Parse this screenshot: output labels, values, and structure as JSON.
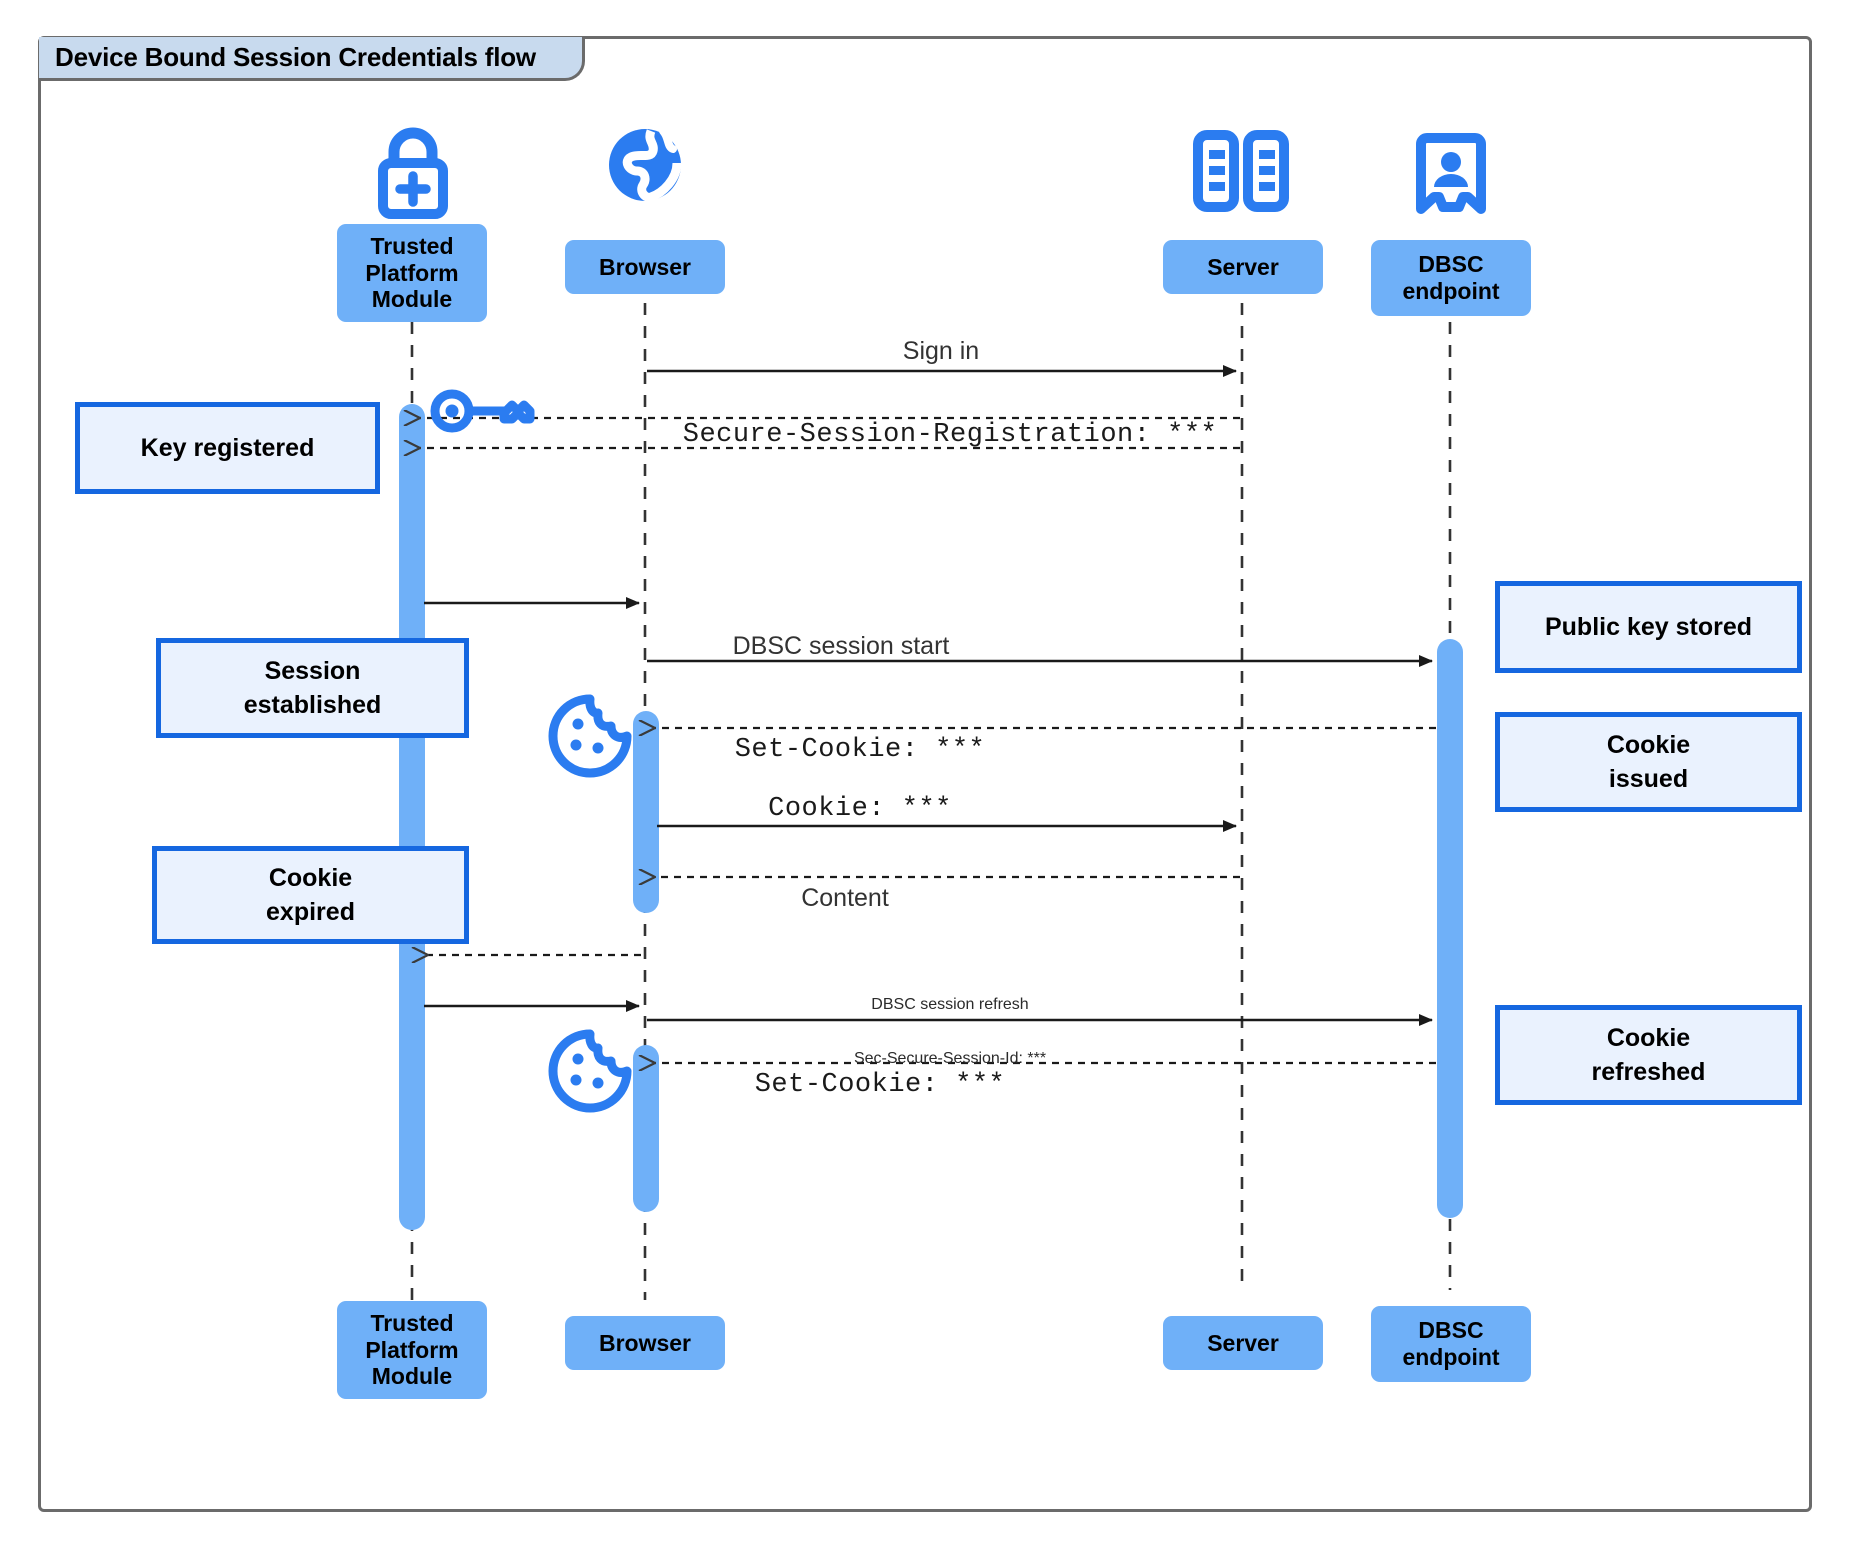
{
  "diagram": {
    "title": "Device Bound Session Credentials flow",
    "type": "uml-sequence-diagram",
    "colors": {
      "frame_border": "#6b6b6b",
      "title_tab_fill": "#c8daee",
      "participant_fill": "#6fb0f8",
      "activation_fill": "#6fb0f8",
      "note_fill": "#eaf2fe",
      "note_border": "#1567e0",
      "icon_blue": "#2b7cf0",
      "lifeline": "#333333",
      "message_line": "#1a1a1a"
    }
  },
  "participants": [
    {
      "id": "tpm",
      "top_label": "Trusted\nPlatform\nModule",
      "bottom_label": "Trusted\nPlatform\nModule",
      "icon": "padlock-plus-icon"
    },
    {
      "id": "browser",
      "top_label": "Browser",
      "bottom_label": "Browser",
      "icon": "globe-icon"
    },
    {
      "id": "server",
      "top_label": "Server",
      "bottom_label": "Server",
      "icon": "server-rack-icon"
    },
    {
      "id": "dbsc",
      "top_label": "DBSC\nendpoint",
      "bottom_label": "DBSC\nendpoint",
      "icon": "id-badge-icon"
    }
  ],
  "messages": [
    {
      "index": 1,
      "label": "Sign in",
      "style": "sans",
      "from": "browser",
      "to": "server",
      "line": "solid"
    },
    {
      "index": 2,
      "label": "Secure-Session-Registration: ***",
      "style": "mono",
      "from": "server",
      "to": "browser",
      "line": "dashed"
    },
    {
      "index": 3,
      "label": "",
      "style": "sans",
      "from": "tpm",
      "to": "browser",
      "line": "solid"
    },
    {
      "index": 4,
      "label": "DBSC session start",
      "style": "sans",
      "from": "browser",
      "to": "dbsc",
      "line": "solid"
    },
    {
      "index": 5,
      "label": "Set-Cookie: ***",
      "style": "mono",
      "from": "dbsc",
      "to": "browser",
      "line": "dashed"
    },
    {
      "index": 6,
      "label": "Cookie: ***",
      "style": "mono",
      "from": "browser",
      "to": "server",
      "line": "solid"
    },
    {
      "index": 7,
      "label": "Content",
      "style": "sans",
      "from": "server",
      "to": "browser",
      "line": "dashed"
    },
    {
      "index": 8,
      "label": "",
      "style": "sans",
      "from": "browser",
      "to": "tpm",
      "line": "dashed"
    },
    {
      "index": 9,
      "label_line1": "DBSC session refresh",
      "label_line2": "Sec-Secure-Session-Id: ***",
      "style": "mixed",
      "from": "tpm",
      "to": "dbsc",
      "line": "solid"
    },
    {
      "index": 10,
      "label": "Set-Cookie: ***",
      "style": "mono",
      "from": "dbsc",
      "to": "browser",
      "line": "dashed"
    }
  ],
  "notes": [
    {
      "id": "key-registered",
      "text": "Key registered",
      "side": "left",
      "attached_to": "tpm"
    },
    {
      "id": "session-established",
      "text": "Session\nestablished",
      "side": "left",
      "attached_to": "tpm"
    },
    {
      "id": "cookie-expired",
      "text": "Cookie\nexpired",
      "side": "left",
      "attached_to": "tpm"
    },
    {
      "id": "public-key-stored",
      "text": "Public key stored",
      "side": "right",
      "attached_to": "dbsc"
    },
    {
      "id": "cookie-issued",
      "text": "Cookie\nissued",
      "side": "right",
      "attached_to": "dbsc"
    },
    {
      "id": "cookie-refreshed",
      "text": "Cookie\nrefreshed",
      "side": "right",
      "attached_to": "dbsc"
    }
  ],
  "decorations": [
    {
      "id": "key-deco",
      "icon": "key-icon",
      "near": "tpm",
      "meaning": "key material generated"
    },
    {
      "id": "cookie-deco-1",
      "icon": "cookie-icon",
      "near": "browser",
      "meaning": "cookie stored"
    },
    {
      "id": "cookie-deco-2",
      "icon": "cookie-icon",
      "near": "browser",
      "meaning": "cookie refreshed"
    }
  ]
}
